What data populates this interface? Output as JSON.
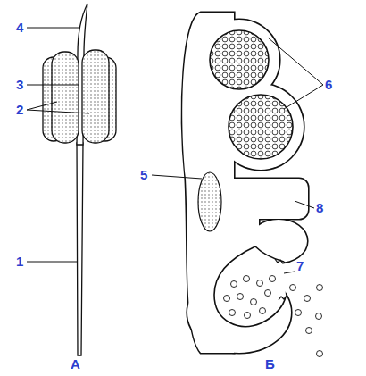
{
  "diagram": {
    "labels": [
      "4",
      "3",
      "2",
      "1",
      "А",
      "6",
      "5",
      "8",
      "7",
      "Б"
    ]
  }
}
